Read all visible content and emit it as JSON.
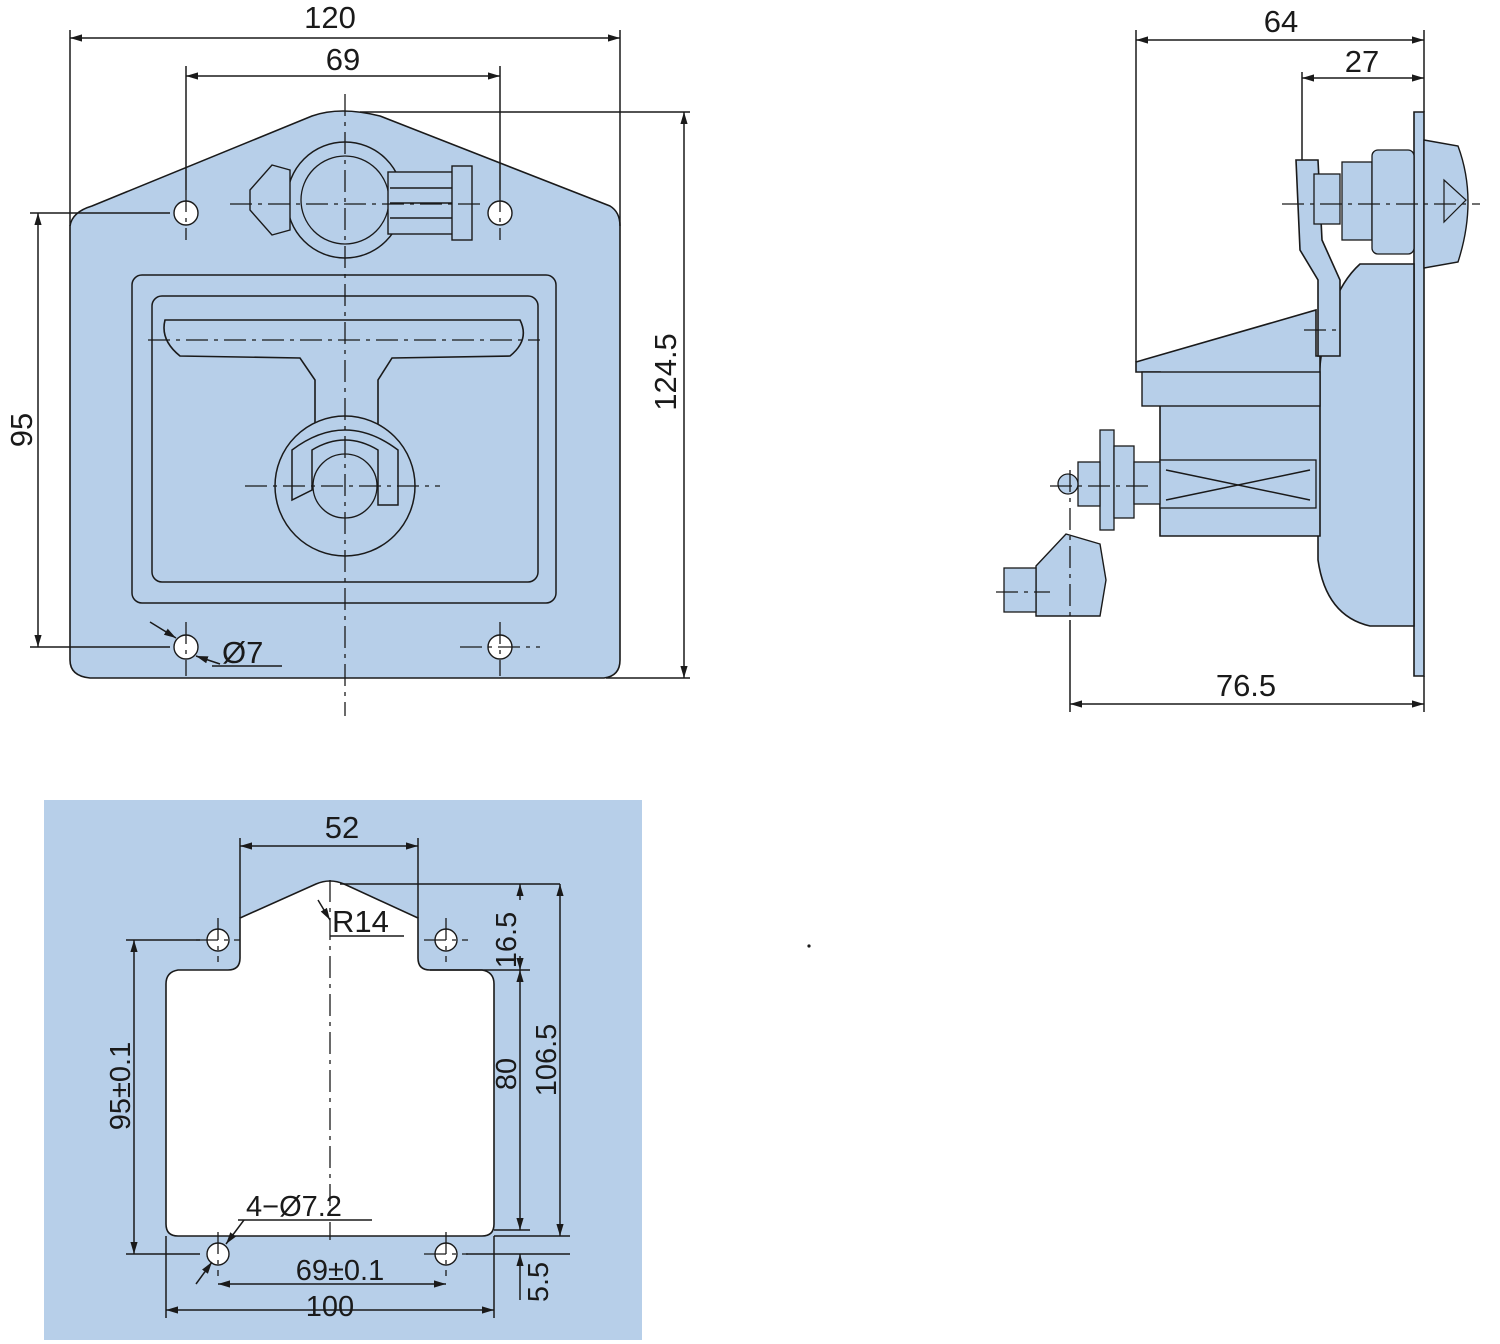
{
  "colors": {
    "plate_fill": "#b7cfe9",
    "line": "#1a1a1a",
    "cutout_fill": "#ffffff"
  },
  "front_view": {
    "overall_width": "120",
    "hole_spacing_top": "69",
    "overall_height": "124.5",
    "hole_vertical_spacing": "95",
    "hole_diameter": "Ø7"
  },
  "side_view": {
    "depth_total": "64",
    "depth_lock": "27",
    "depth_bottom": "76.5"
  },
  "cutout_view": {
    "top_width": "52",
    "radius": "R14",
    "top_offset": "16.5",
    "cutout_height": "80",
    "total_height": "106.5",
    "hole_vertical_spacing": "95±0.1",
    "holes": "4−Ø7.2",
    "hole_horizontal_spacing": "69±0.1",
    "bottom_width": "100",
    "bottom_offset": "5.5"
  }
}
